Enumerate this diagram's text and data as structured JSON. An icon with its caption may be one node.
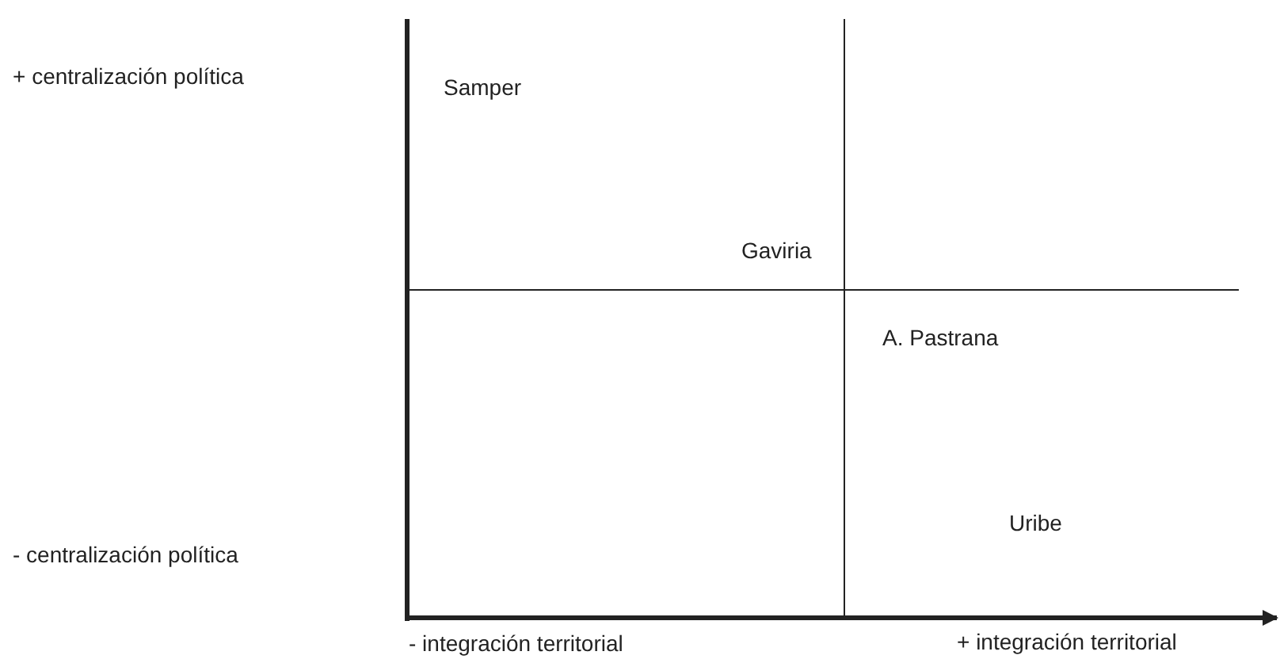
{
  "diagram": {
    "labels": [
      "+ centralización política",
      "Samper",
      "Gaviria",
      "A. Pastrana",
      "- centralización política",
      "Uribe",
      "- integración territorial",
      "+ integración territorial"
    ]
  }
}
